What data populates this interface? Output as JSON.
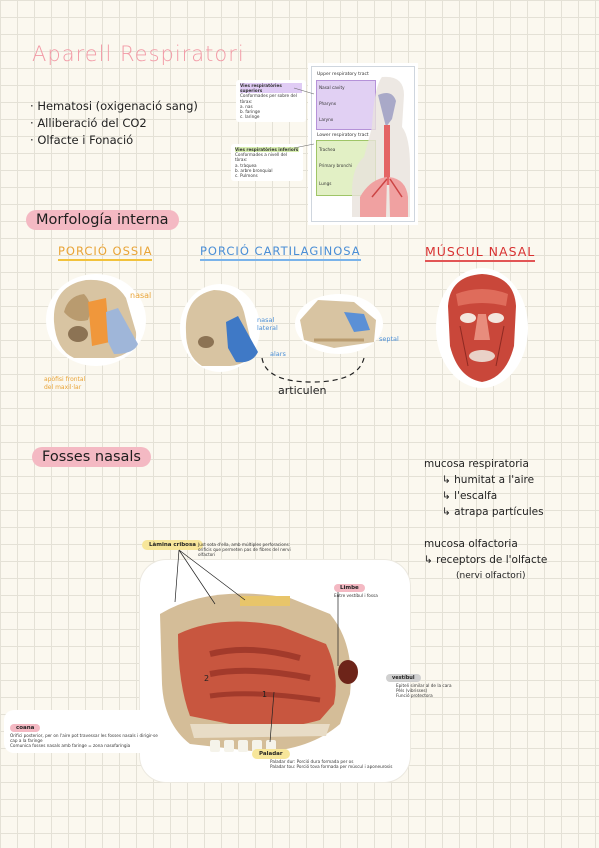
{
  "title": "Aparell Respiratori",
  "functions": [
    "Hematosi (oxigenació sang)",
    "Alliberació del CO2",
    "Olfacte i Fonació"
  ],
  "respiratory_figure": {
    "upper_title": "Upper respiratory tract",
    "upper_items": [
      "Nasal cavity",
      "Pharynx",
      "Larynx"
    ],
    "lower_title": "Lower respiratory tract",
    "lower_items": [
      "Trachea",
      "Primary bronchi",
      "Lungs"
    ],
    "note_upper": {
      "heading": "Vies respiratòries superiors",
      "text": "Conformades per sobre del tòrax:",
      "list": [
        "a. nas",
        "b. faringe",
        "c. laringe"
      ]
    },
    "note_lower": {
      "heading": "Vies respiratòries inferiors",
      "text": "Conformades a nivell del tòrax:",
      "list": [
        "a. tràquea",
        "b. arbre bronquial",
        "c. Pulmons"
      ]
    }
  },
  "morfologia": {
    "heading": "Morfología interna",
    "porcio_ossia": "PORCIÓ OSSIA",
    "porcio_cartilaginosa": "PORCIÓ CARTILAGINOSA",
    "muscul_nasal": "MÚSCUL NASAL",
    "label_nasal": "nasal",
    "label_apofisi": "apòfisi frontal del maxil·lar",
    "label_nasal_lateral": "nasal lateral",
    "label_alars": "alars",
    "label_septal": "septal",
    "articulen": "articulen"
  },
  "fosses": {
    "heading": "Fosses nasals",
    "mucosa_resp": "mucosa respiratoria",
    "mucosa_resp_items": [
      "humitat a l'aire",
      "l'escalfa",
      "atrapa partícules"
    ],
    "mucosa_olf": "mucosa olfactoria",
    "mucosa_olf_item": "receptors de l'olfacte",
    "mucosa_olf_sub": "(nervi olfactori)",
    "lamina_label": "Làmina cribosa",
    "lamina_text": "Just sota d'ella, amb múltiples perforacions: orificis que permeten pas de fibres del nervi olfactori",
    "limbe_label": "Limbe",
    "limbe_text": "Entre vestíbul i fossa",
    "vestibul_label": "vestíbul",
    "vestibul_items": [
      "Epiteli similar al de la cara",
      "Pèls (vibrisses)",
      "Funció protectora"
    ],
    "coana_label": "coana",
    "coana_items": [
      "Orifici posterior, per on l'aire pot travessar les fosses nasals i dirigir-se cap a la faringe",
      "Comunica fosses nasals amb faringe = zona nasofaríngia"
    ],
    "paladar_label": "Paladar",
    "paladar_items": [
      "Paladar dur: Porció dura formada per os",
      "Paladar tou: Porció tova formada per múscul i aponeurosis"
    ],
    "num_1": "1",
    "num_2": "2"
  },
  "colors": {
    "accent_pink": "#f4b9c3",
    "title_pink": "#f29aa6",
    "orange": "#e9a437",
    "blue": "#4a8ed6",
    "red": "#d83232",
    "yellow": "#f7e69a",
    "purple": "#c8a6e6",
    "green": "#c8e69b"
  }
}
